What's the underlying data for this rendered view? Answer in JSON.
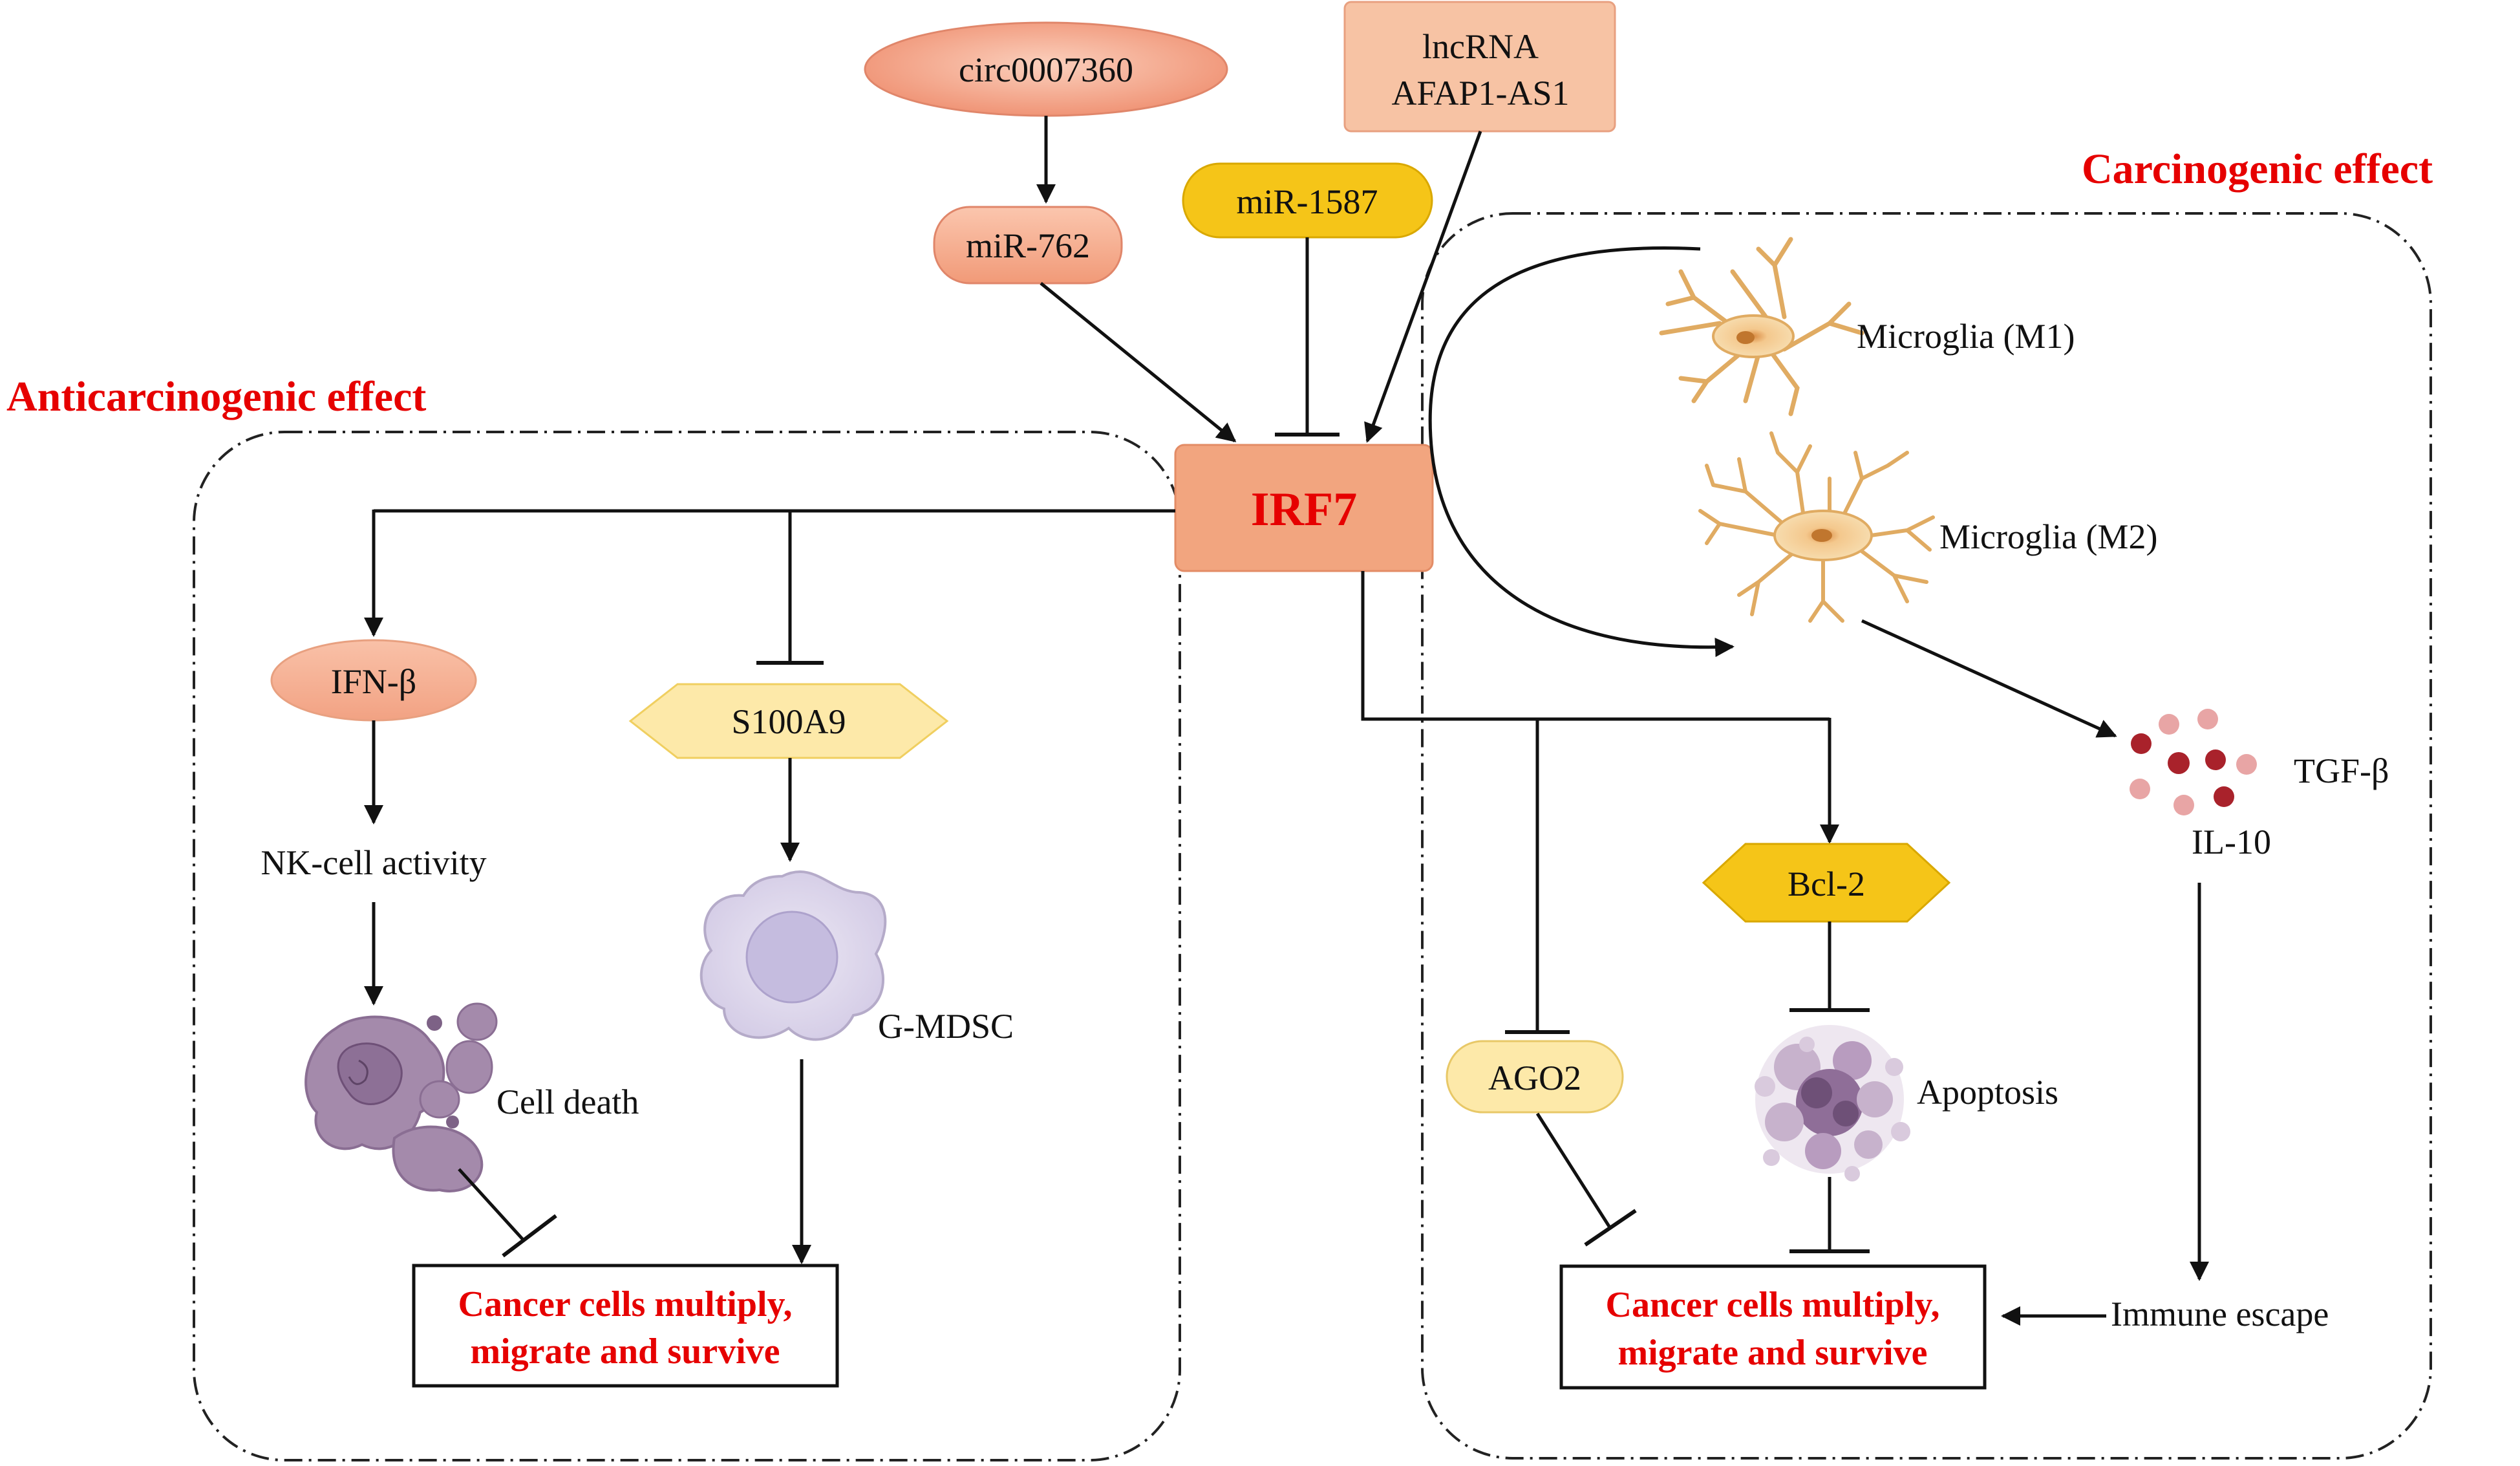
{
  "figure": {
    "sections": {
      "left_title": "Anticarcinogenic effect",
      "right_title": "Carcinogenic effect"
    },
    "nodes": {
      "circ": "circ0007360",
      "mir762": "miR-762",
      "mir1587": "miR-1587",
      "lncrna_line1": "lncRNA",
      "lncrna_line2": "AFAP1-AS1",
      "irf7": "IRF7",
      "ifnb": "IFN-β",
      "nk": "NK-cell activity",
      "celldeath": "Cell death",
      "s100a9": "S100A9",
      "gmdsc": "G-MDSC",
      "m1": "Microglia (M1)",
      "m2": "Microglia (M2)",
      "tgfb": "TGF-β",
      "il10": "IL-10",
      "immune": "Immune escape",
      "ago2": "AGO2",
      "bcl2": "Bcl-2",
      "apoptosis": "Apoptosis"
    },
    "outcomes": {
      "left_line1": "Cancer cells multiply,",
      "left_line2": "migrate and survive",
      "right_line1": "Cancer cells multiply,",
      "right_line2": "migrate and survive"
    },
    "colors": {
      "salmon": "#f2a587",
      "peach": "#f7c3a4",
      "yellow": "#f5c518",
      "light_yellow": "#fde9a9",
      "irf7_fill": "#f2a57f",
      "red_text": "#e60000",
      "neuron": "#f0c585",
      "cell_purple": "#a48aab",
      "mdsc": "#dcd6ea",
      "tgf_dark": "#a9222b",
      "tgf_light": "#e8a5a5"
    }
  }
}
